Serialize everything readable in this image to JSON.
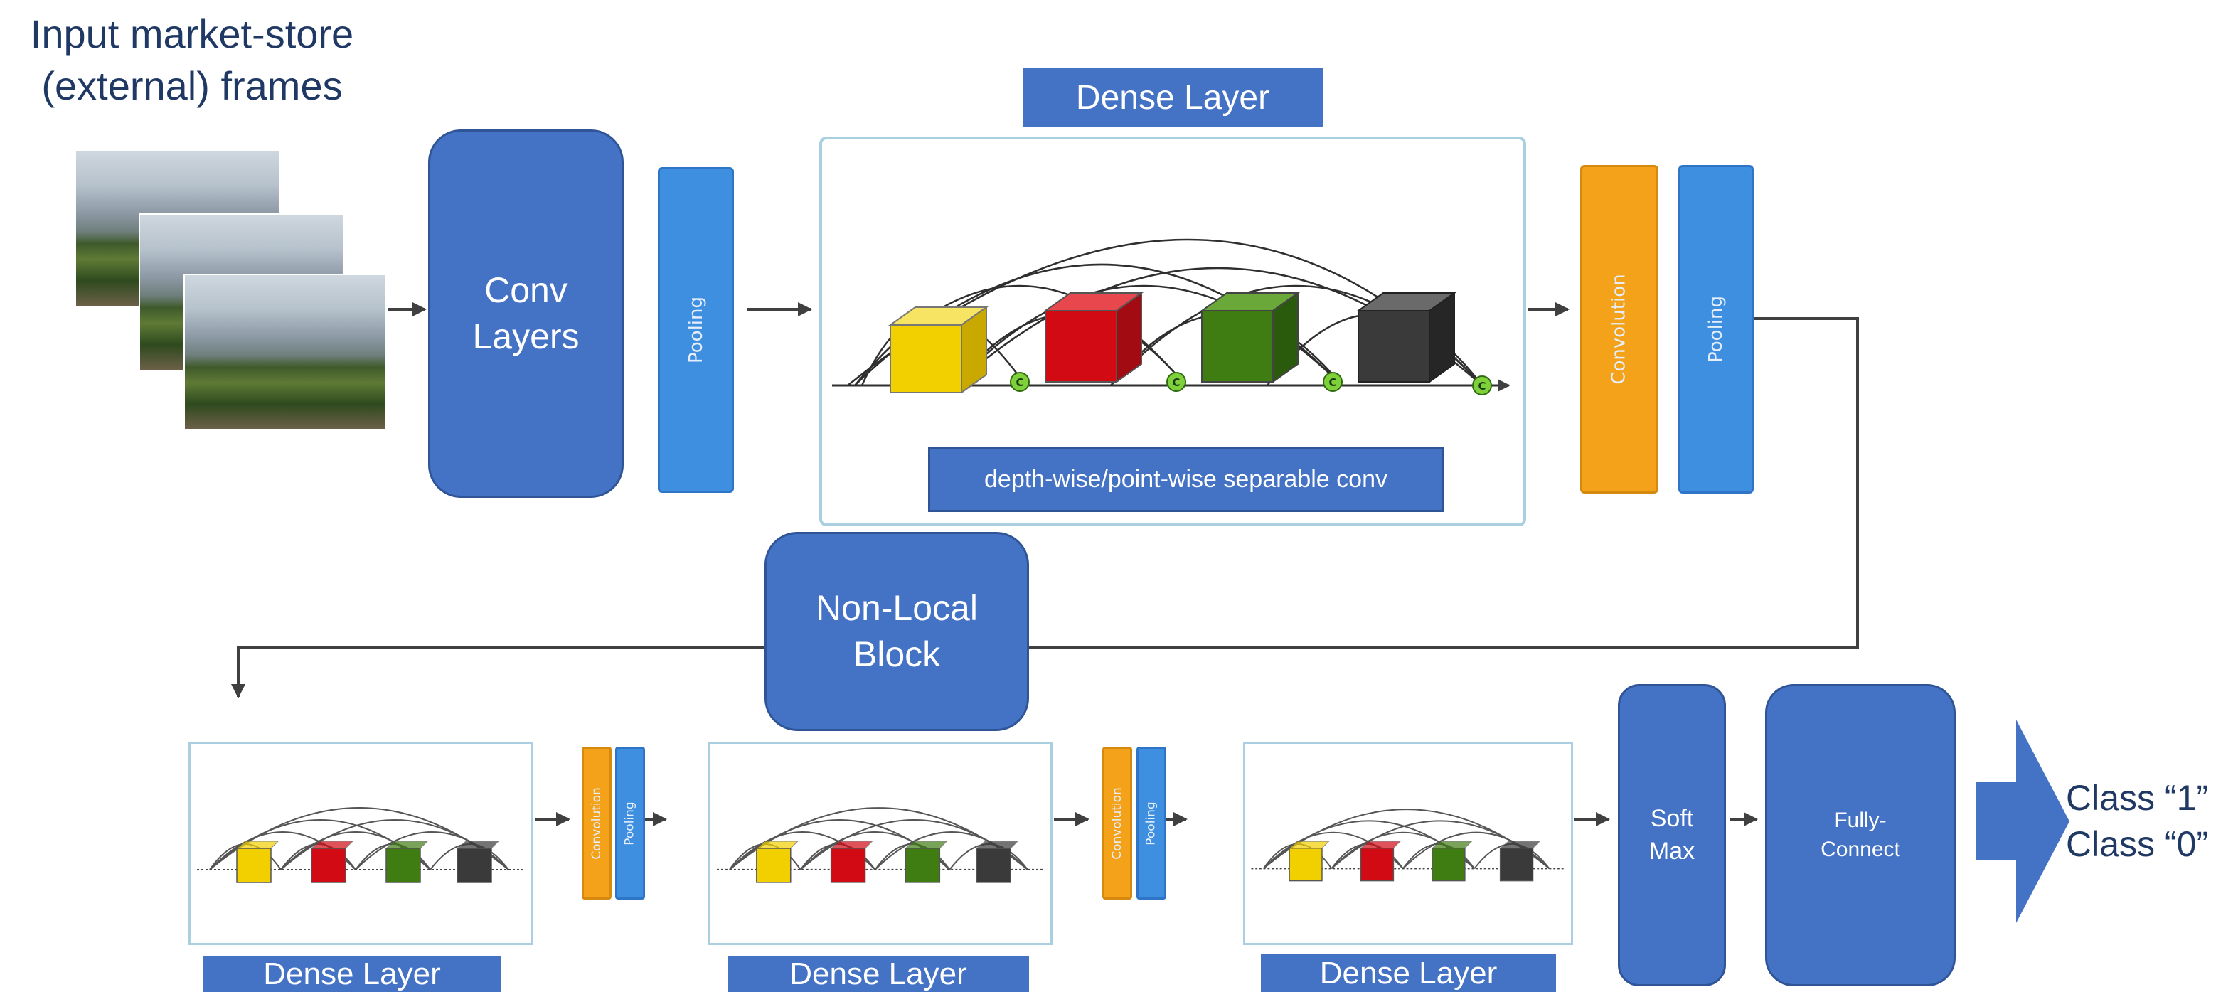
{
  "input": {
    "line1": "Input market-store",
    "line2": "(external) frames"
  },
  "top_row": {
    "conv_layers": {
      "line1": "Conv",
      "line2": "Layers"
    },
    "pooling_1": "Pooling",
    "dense_block": {
      "banner": "Dense Layer",
      "caption": "depth-wise/point-wise separable conv",
      "concat_symbol": "C",
      "cube_colors": [
        "#f2d000",
        "#d20a14",
        "#3f7d12",
        "#3a3a3a"
      ]
    },
    "convolution": "Convolution",
    "pooling_2": "Pooling"
  },
  "non_local": {
    "line1": "Non-Local",
    "line2": "Block"
  },
  "bottom_row": {
    "dense_labels": [
      "Dense Layer",
      "Dense Layer",
      "Dense Layer"
    ],
    "transition_1": {
      "convolution": "Convolution",
      "pooling": "Pooling"
    },
    "transition_2": {
      "convolution": "Convolution",
      "pooling": "Pooling"
    },
    "softmax": {
      "line1": "Soft",
      "line2": "Max"
    },
    "fully_connect": {
      "line1": "Fully-",
      "line2": "Connect"
    }
  },
  "output": {
    "class_1": "Class “1”",
    "class_0": "Class “0”"
  },
  "colors": {
    "block_blue": "#4472c4",
    "pooling_blue": "#3f8fe0",
    "conv_orange": "#f5a21b",
    "frame_border": "#a9cfe0",
    "text_navy": "#1f3864"
  }
}
